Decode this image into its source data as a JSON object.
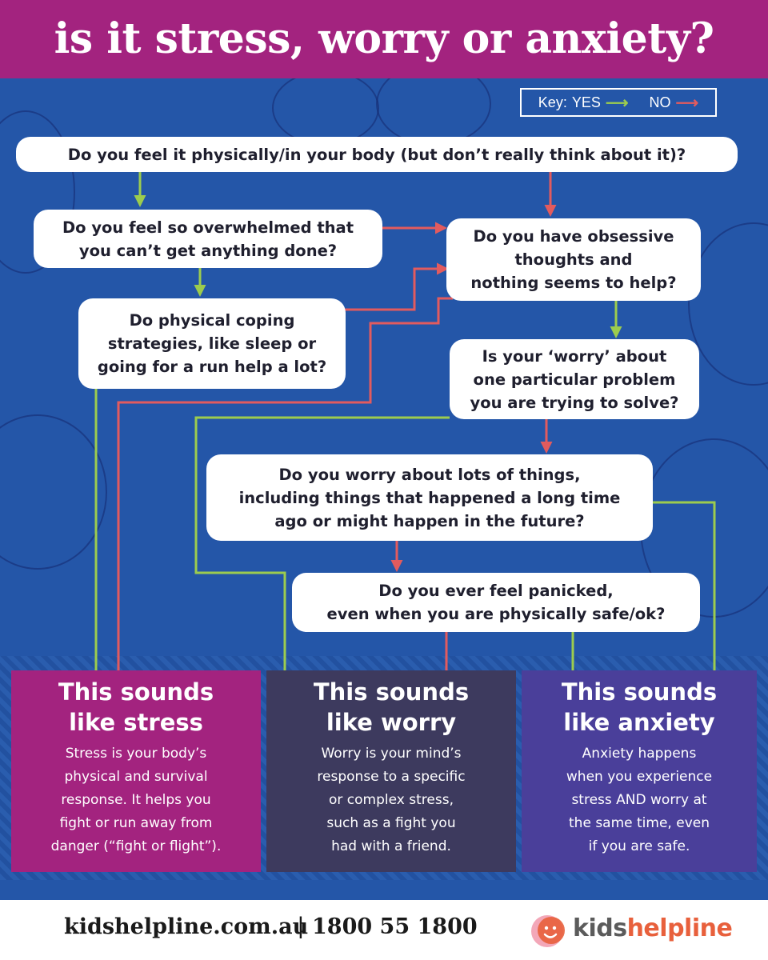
{
  "title": "is it stress, worry or anxiety?",
  "key": {
    "label": "Key:",
    "yes": "YES",
    "no": "NO",
    "yes_color": "#9ccc4e",
    "no_color": "#e25b5e"
  },
  "questions": {
    "q1": "Do you feel it physically/in your body (but don’t really think about it)?",
    "q2": "Do you feel so overwhelmed that\nyou can’t get anything done?",
    "q3": "Do you have obsessive\nthoughts and\nnothing seems to help?",
    "q4": "Do physical coping\nstrategies, like sleep or\ngoing for a run help a lot?",
    "q5": "Is your ‘worry’ about\none particular problem\nyou are trying to solve?",
    "q6": "Do you worry about lots of things,\nincluding things that happened a long time\nago or might happen in the future?",
    "q7": "Do you ever feel panicked,\neven when you are physically safe/ok?"
  },
  "results": {
    "stress": {
      "heading": "This sounds\nlike stress",
      "body": "Stress is your body’s\nphysical and survival\nresponse. It helps you\nfight or run away from\ndanger (“fight or flight”).",
      "color": "#a3237f"
    },
    "worry": {
      "heading": "This sounds\nlike worry",
      "body": "Worry is your mind’s\nresponse to a specific\nor complex stress,\nsuch as a fight you\nhad with a friend.",
      "color": "#3d3a5e"
    },
    "anxiety": {
      "heading": "This sounds\nlike anxiety",
      "body": "Anxiety happens\nwhen you experience\nstress AND worry at\nthe same time, even\nif you are safe.",
      "color": "#4a3f9a"
    }
  },
  "footer": {
    "website": "kidshelpline.com.au",
    "separator": "|",
    "phone": "1800 55 1800",
    "brand_part1": "kids",
    "brand_part2": "helpline"
  },
  "colors": {
    "header": "#a3237f",
    "background": "#2456a8"
  }
}
